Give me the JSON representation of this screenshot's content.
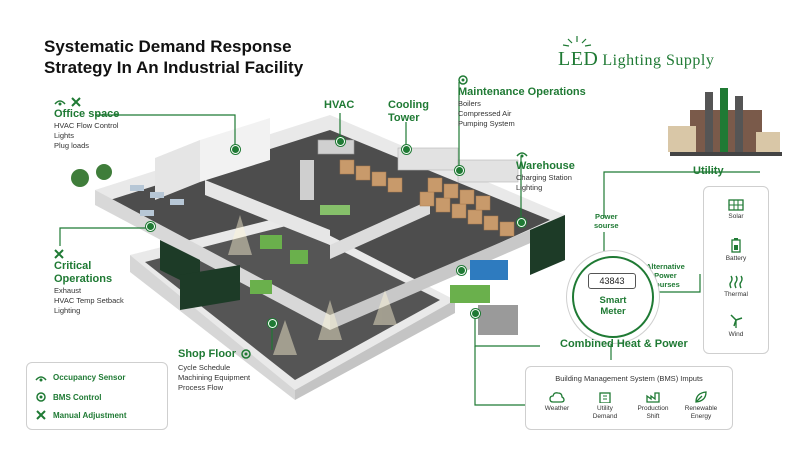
{
  "title": {
    "line1": "Systematic Demand Response",
    "line2": "Strategy In An Industrial Facility"
  },
  "logo": {
    "led": "LED",
    "rest": "Lighting Supply"
  },
  "zones": {
    "office": {
      "title": "Office space",
      "items": [
        "HVAC Flow Control",
        "Lights",
        "Plug loads"
      ]
    },
    "hvac": {
      "title": "HVAC"
    },
    "cooling": {
      "title_line1": "Cooling",
      "title_line2": "Tower"
    },
    "maintenance": {
      "title": "Maintenance Operations",
      "items": [
        "Boilers",
        "Compressed Air",
        "Pumping System"
      ]
    },
    "warehouse": {
      "title": "Warehouse",
      "items": [
        "Charging Station",
        "Lighting"
      ]
    },
    "critical": {
      "title_line1": "Critical",
      "title_line2": "Operations",
      "items": [
        "Exhaust",
        "HVAC Temp Setback",
        "Lighting"
      ]
    },
    "shopfloor": {
      "title": "Shop Floor",
      "items": [
        "Cycle Schedule",
        "Machining Equipment",
        "Process Flow"
      ]
    }
  },
  "utility": {
    "title": "Utility",
    "items": [
      "Solar",
      "Battery",
      "Thermal",
      "Wind"
    ]
  },
  "power_source": {
    "line1": "Power",
    "line2": "sourse"
  },
  "alt_power": {
    "line1": "Alternative",
    "line2": "Power",
    "line3": "sourses"
  },
  "smart_meter": {
    "reading": "43843",
    "line1": "Smart",
    "line2": "Meter"
  },
  "chp": {
    "label": "Combined Heat & Power"
  },
  "bms": {
    "title": "Building Management System (BMS) Imputs",
    "items": [
      {
        "line1": "Weather",
        "line2": ""
      },
      {
        "line1": "Utility",
        "line2": "Demand"
      },
      {
        "line1": "Production",
        "line2": "Shift"
      },
      {
        "line1": "Renewable",
        "line2": "Energy"
      }
    ]
  },
  "legend": {
    "items": [
      "Occupancy Sensor",
      "BMS Control",
      "Manual Adjustment"
    ]
  },
  "colors": {
    "brand_green": "#1f7a34",
    "floor_dark": "#4a4a4a",
    "wall_light": "#eeeeee",
    "crate": "#c89a6b",
    "machine_green": "#6ab04c",
    "machine_blue": "#2e7bbf"
  },
  "icons": {
    "occupancy": "occupancy-sensor-icon",
    "bms": "bms-control-icon",
    "manual": "manual-adjustment-icon",
    "solar": "solar-panel-icon",
    "battery": "battery-icon",
    "thermal": "thermal-icon",
    "wind": "wind-turbine-icon",
    "weather": "cloud-icon",
    "utility_demand": "building-icon",
    "production": "factory-icon",
    "renewable": "leaf-icon"
  }
}
